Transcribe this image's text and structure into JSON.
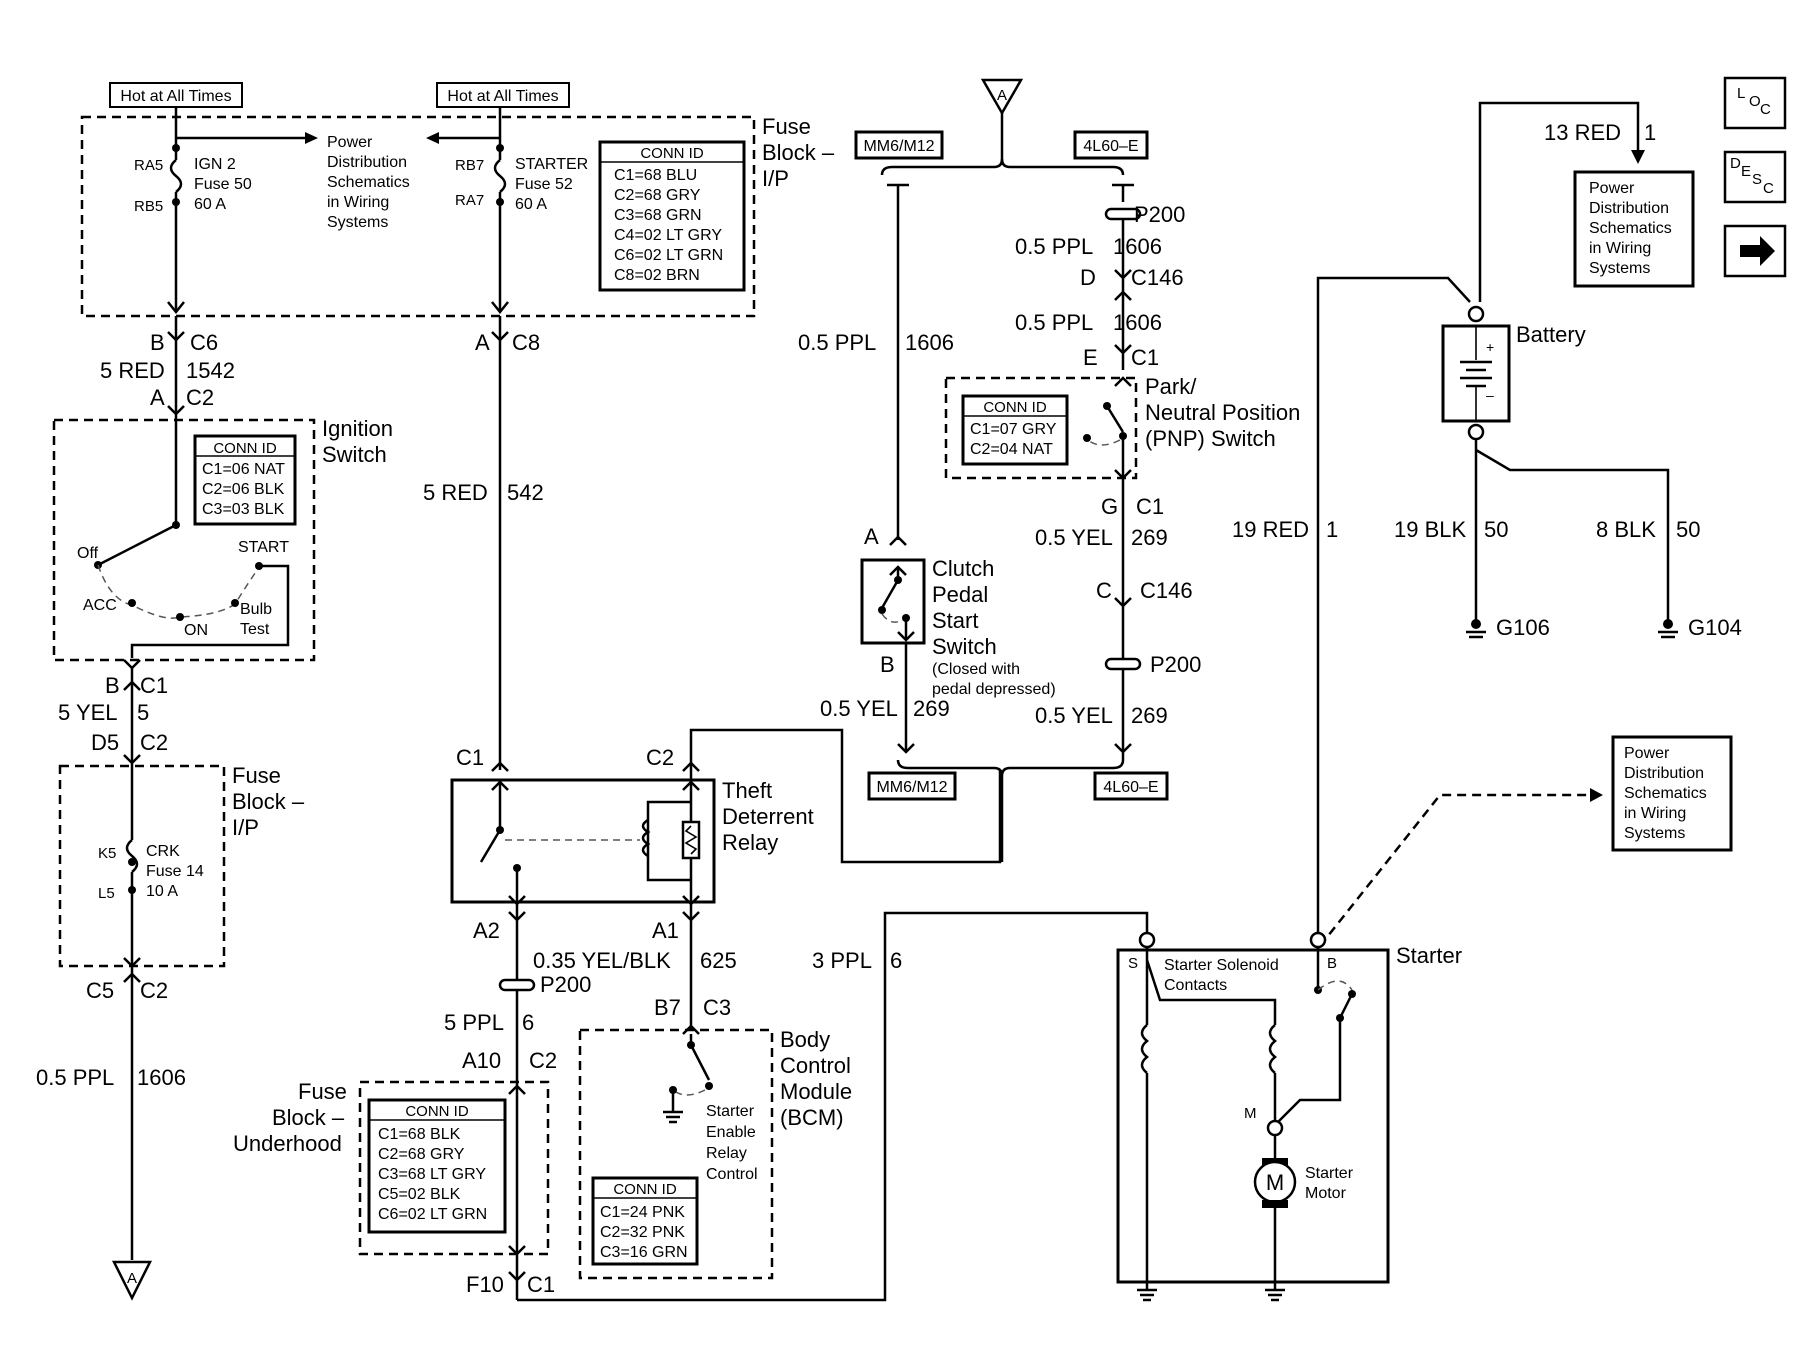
{
  "nav": {
    "loc": "LOC",
    "desc": "DESC"
  },
  "hot": [
    "Hot at All Times",
    "Hot at All Times"
  ],
  "fuseblock_ip": {
    "label": [
      "Fuse",
      "Block –",
      "I/P"
    ],
    "ra5": "RA5",
    "rb5": "RB5",
    "ign_fuse": [
      "IGN 2",
      "Fuse 50",
      "60 A"
    ],
    "rb7": "RB7",
    "ra7": "RA7",
    "starter_fuse": [
      "STARTER",
      "Fuse 52",
      "60 A"
    ],
    "pd_note": [
      "Power",
      "Distribution",
      "Schematics",
      "in Wiring",
      "Systems"
    ],
    "conn_title": "CONN ID",
    "conn": [
      "C1=68 BLU",
      "C2=68 GRY",
      "C3=68 GRN",
      "C4=02 LT GRY",
      "C6=02 LT GRN",
      "C8=02 BRN"
    ]
  },
  "wires_left": {
    "b_c6": [
      "B",
      "C6"
    ],
    "w1542": [
      "5 RED",
      "1542"
    ],
    "a_c2": [
      "A",
      "C2"
    ],
    "b_c1": [
      "B",
      "C1"
    ],
    "w5": [
      "5 YEL",
      "5"
    ],
    "d5_c2": [
      "D5",
      "C2"
    ],
    "c5_c2": [
      "C5",
      "C2"
    ],
    "w1606": [
      "0.5 PPL",
      "1606"
    ]
  },
  "ignition": {
    "label": [
      "Ignition",
      "Switch"
    ],
    "conn_title": "CONN ID",
    "conn": [
      "C1=06 NAT",
      "C2=06 BLK",
      "C3=03 BLK"
    ],
    "positions": {
      "off": "Off",
      "acc": "ACC",
      "on": "ON",
      "start": "START",
      "bulb": [
        "Bulb",
        "Test"
      ]
    }
  },
  "fuseblock_ip2": {
    "label": [
      "Fuse",
      "Block –",
      "I/P"
    ],
    "k5": "K5",
    "l5": "L5",
    "fuse": [
      "CRK",
      "Fuse 14",
      "10 A"
    ]
  },
  "center": {
    "a_c8": [
      "A",
      "C8"
    ],
    "w542": [
      "5 RED",
      "542"
    ],
    "c1": "C1",
    "c2": "C2",
    "relay": [
      "Theft",
      "Deterrent",
      "Relay"
    ],
    "a2": "A2",
    "a1": "A1",
    "w625": [
      "0.35 YEL/BLK",
      "625"
    ],
    "p200": "P200",
    "w6a": [
      "5 PPL",
      "6"
    ],
    "a10_c2": [
      "A10",
      "C2"
    ],
    "b7_c3": [
      "B7",
      "C3"
    ],
    "f10_c1": [
      "F10",
      "C1"
    ],
    "fb_under": [
      "Fuse",
      "Block –",
      "Underhood"
    ],
    "fbu_conn_title": "CONN ID",
    "fbu_conn": [
      "C1=68 BLK",
      "C2=68 GRY",
      "C3=68 LT GRY",
      "C5=02 BLK",
      "C6=02 LT GRN"
    ],
    "bcm": [
      "Body",
      "Control",
      "Module",
      "(BCM)"
    ],
    "bcm_relay": [
      "Starter",
      "Enable",
      "Relay",
      "Control"
    ],
    "bcm_conn_title": "CONN ID",
    "bcm_conn": [
      "C1=24 PNK",
      "C2=32 PNK",
      "C3=16 GRN"
    ],
    "w6b": [
      "3 PPL",
      "6"
    ]
  },
  "right_top": {
    "mm6": "MM6/M12",
    "l4l60": "4L60–E",
    "p200": "P200",
    "w1606a": [
      "0.5 PPL",
      "1606"
    ],
    "d_c146": [
      "D",
      "C146"
    ],
    "w1606b": [
      "0.5 PPL",
      "1606"
    ],
    "e_c1": [
      "E",
      "C1"
    ],
    "w1606c": [
      "0.5 PPL",
      "1606"
    ],
    "pnp": [
      "Park/",
      "Neutral Position",
      "(PNP) Switch"
    ],
    "pnp_conn_title": "CONN ID",
    "pnp_conn": [
      "C1=07 GRY",
      "C2=04 NAT"
    ],
    "g_c1": [
      "G",
      "C1"
    ],
    "w269a": [
      "0.5 YEL",
      "269"
    ],
    "c_c146": [
      "C",
      "C146"
    ],
    "p200b": "P200",
    "w269b": [
      "0.5 YEL",
      "269"
    ],
    "clutch_a": "A",
    "clutch_b": "B",
    "clutch": [
      "Clutch",
      "Pedal",
      "Start",
      "Switch"
    ],
    "clutch_note": [
      "(Closed with",
      "pedal depressed)"
    ],
    "w269c": [
      "0.5 YEL",
      "269"
    ],
    "mm6b": "MM6/M12",
    "l4l60b": "4L60–E"
  },
  "battery": {
    "w13": [
      "13 RED",
      "1"
    ],
    "pd_note": [
      "Power",
      "Distribution",
      "Schematics",
      "in Wiring",
      "Systems"
    ],
    "label": "Battery",
    "w19red": [
      "19 RED",
      "1"
    ],
    "w19blk": [
      "19 BLK",
      "50"
    ],
    "w8blk": [
      "8 BLK",
      "50"
    ],
    "g106": "G106",
    "g104": "G104",
    "pd_note2": [
      "Power",
      "Distribution",
      "Schematics",
      "in Wiring",
      "Systems"
    ]
  },
  "starter": {
    "label": "Starter",
    "s": "S",
    "b": "B",
    "m": "M",
    "motor_glyph": "M",
    "contacts": [
      "Starter Solenoid",
      "Contacts"
    ],
    "motor": [
      "Starter",
      "Motor"
    ]
  }
}
